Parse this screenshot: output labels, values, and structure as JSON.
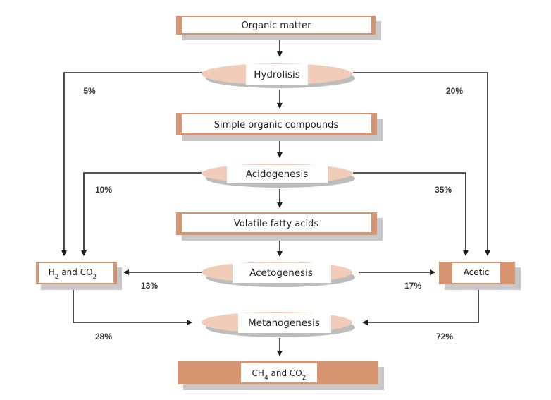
{
  "boxes": {
    "organic_matter": "Organic matter",
    "simple_organic": "Simple organic compounds",
    "volatile_fatty_acids": "Volatile fatty acids",
    "h2_co2": {
      "base1": "H",
      "sub1": "2",
      "mid": " and CO",
      "sub2": "2"
    },
    "acetic": "Acetic",
    "ch4_co2": {
      "base1": "CH",
      "sub1": "4",
      "mid": " and CO",
      "sub2": "2"
    }
  },
  "stages": {
    "hydrolisis": "Hydrolisis",
    "acidogenesis": "Acidogenesis",
    "acetogenesis": "Acetogenesis",
    "metanogenesis": "Metanogenesis"
  },
  "percentages": {
    "hydro_left": "5%",
    "hydro_right": "20%",
    "acido_left": "10%",
    "acido_right": "35%",
    "aceto_left": "13%",
    "aceto_right": "17%",
    "h2_to_metano": "28%",
    "acetic_to_metano": "72%"
  },
  "colors": {
    "box_accent": "#d69470",
    "stage_fill": "#f1cdb9",
    "shadow": "#c8c8c8",
    "arrow": "#1e1e1e"
  }
}
